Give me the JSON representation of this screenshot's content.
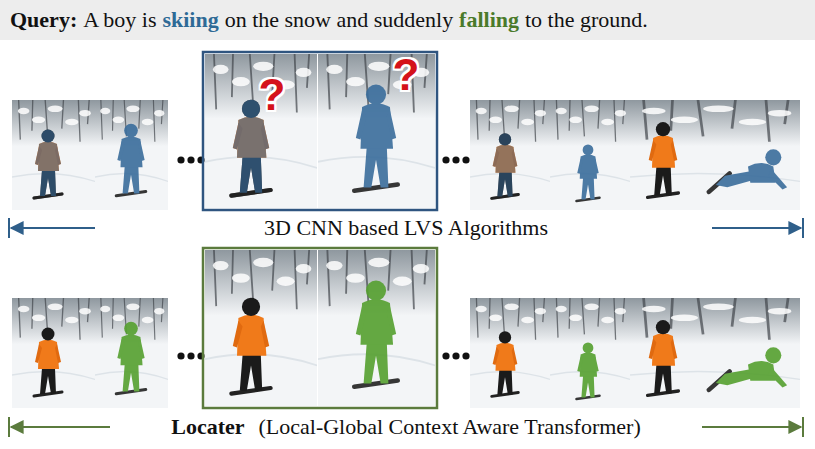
{
  "diagram": {
    "labels": [
      "Query:",
      "A boy is",
      "skiing",
      "on the snow and suddenly",
      "falling",
      "to the ground.",
      "?",
      "?",
      "3D CNN based LVS Algorithms",
      "Locater",
      "(Local-Global Context Aware Transformer)"
    ]
  }
}
